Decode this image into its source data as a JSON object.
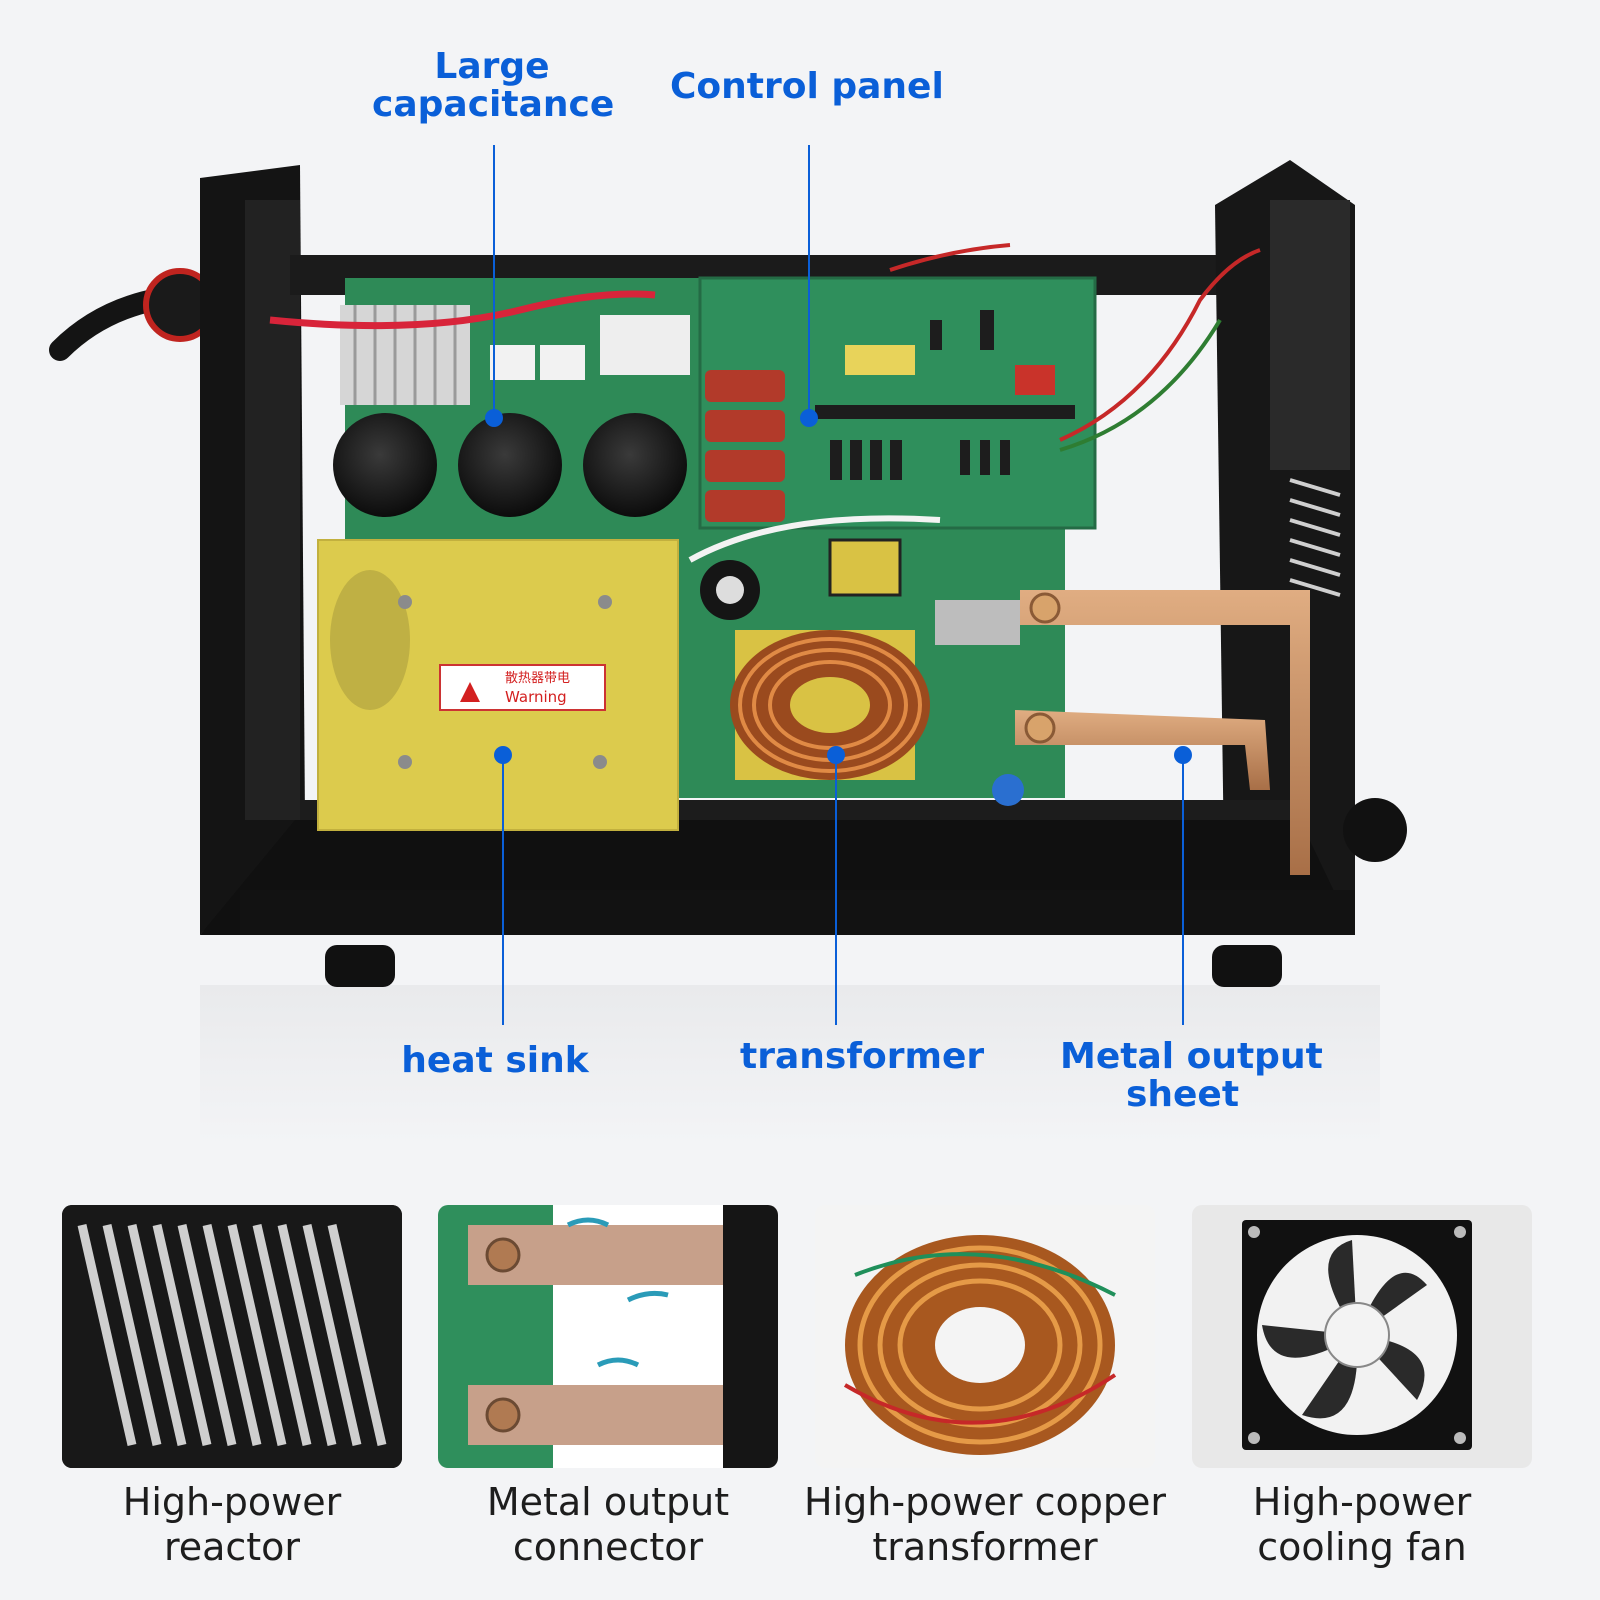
{
  "callouts": {
    "large_capacitance": [
      "Large",
      "capacitance"
    ],
    "control_panel": "Control panel",
    "heat_sink": "heat sink",
    "transformer": "transformer",
    "metal_output_sheet": [
      "Metal output",
      "sheet"
    ]
  },
  "warning_label": {
    "cjk": "散热器带电",
    "en": "Warning"
  },
  "features": [
    {
      "line1": "High-power",
      "line2": "reactor",
      "icon": "reactor-coil-photo"
    },
    {
      "line1": "Metal output",
      "line2": "connector",
      "icon": "copper-connector-photo"
    },
    {
      "line1": "High-power copper",
      "line2": "transformer",
      "icon": "toroidal-transformer-photo"
    },
    {
      "line1": "High-power",
      "line2": "cooling fan",
      "icon": "cooling-fan-photo"
    }
  ],
  "colors": {
    "accent_blue": "#0a5fd8",
    "pcb_green": "#2e8a57",
    "heat_sink_yellow": "#dccb4d",
    "copper": "#c98f62",
    "chassis_black": "#151515"
  }
}
